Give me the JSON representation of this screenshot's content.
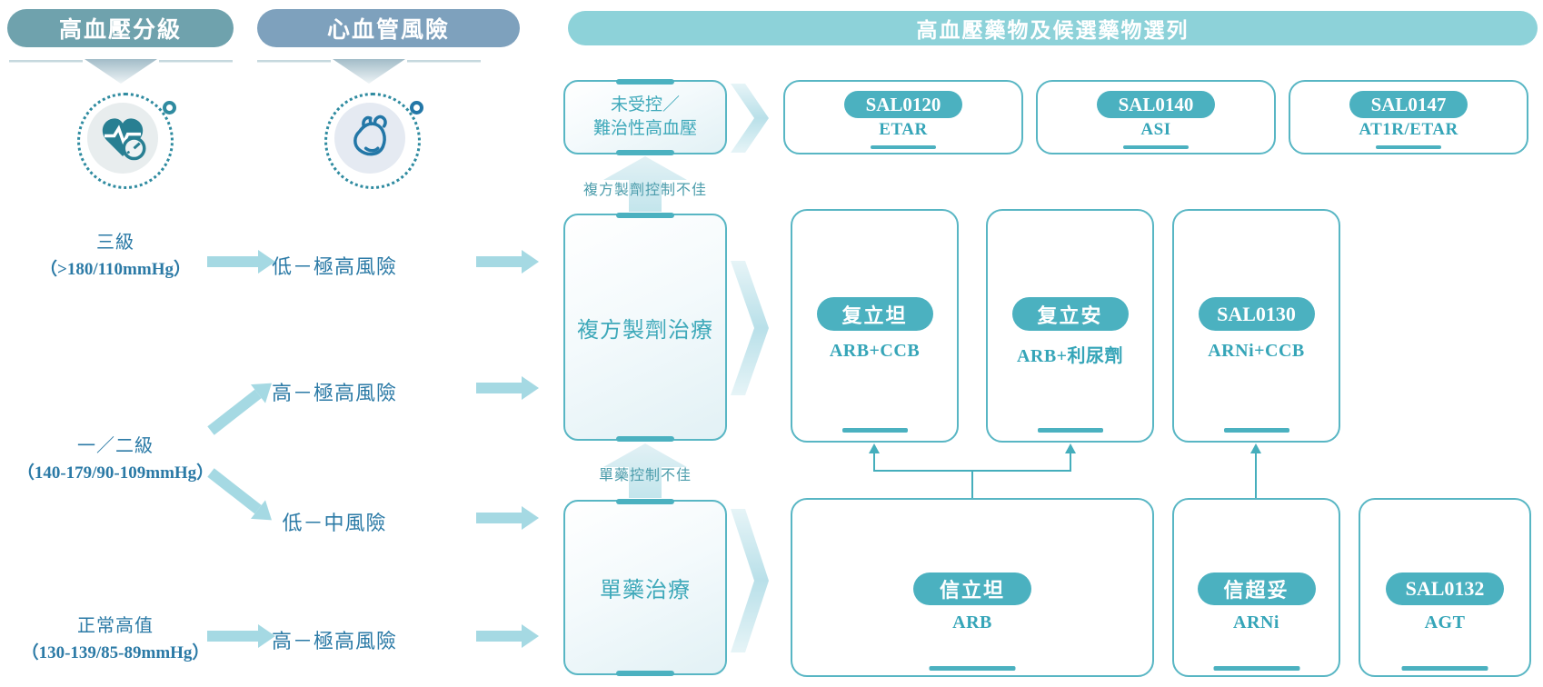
{
  "palette": {
    "teal": "#4bb1c0",
    "teal_border": "#58b6c4",
    "teal_text": "#3fa9ba",
    "teal_text2": "#35a5b8",
    "blue_text": "#2b7aa6",
    "muted_label": "#4b9cab",
    "arrow_light": "#a5d9e3",
    "connector": "#45aebc",
    "dot_border": "#2f8ba0",
    "header_grading_bg": "#6fa2ad",
    "header_risk_bg": "#7ea1bd",
    "header_drugs_bg": "#8dd2d9",
    "icon_grading_color": "#287f92",
    "icon_grading_bg": "#e8edee",
    "icon_risk_color": "#2377a7",
    "icon_risk_bg": "#e5eaf2"
  },
  "headers": {
    "grading": "高血壓分級",
    "risk": "心血管風險",
    "drugs": "高血壓藥物及候選藥物選列"
  },
  "icons": {
    "grading": "heart-rate-gauge-icon",
    "risk": "heart-organ-icon"
  },
  "grading": [
    {
      "name": "三級",
      "range": "（>180/110mmHg）"
    },
    {
      "name": "一／二級",
      "range": "（140-179/90-109mmHg）"
    },
    {
      "name": "正常高值",
      "range": "（130-139/85-89mmHg）"
    }
  ],
  "risks": [
    {
      "label": "低－極高風險"
    },
    {
      "label": "高－極高風險"
    },
    {
      "label": "低－中風險"
    },
    {
      "label": "高－極高風險"
    }
  ],
  "treatments": {
    "uncontrolled_line1": "未受控／",
    "uncontrolled_line2": "難治性高血壓",
    "combo": "複方製劑治療",
    "mono": "單藥治療",
    "combo_fail": "複方製劑控制不佳",
    "mono_fail": "單藥控制不佳"
  },
  "drugs": {
    "top": [
      {
        "code": "SAL0120",
        "target": "ETAR"
      },
      {
        "code": "SAL0140",
        "target": "ASI"
      },
      {
        "code": "SAL0147",
        "target": "AT1R/ETAR"
      }
    ],
    "mid": [
      {
        "code": "复立坦",
        "target": "ARB+CCB"
      },
      {
        "code": "复立安",
        "target": "ARB+利尿劑"
      },
      {
        "code": "SAL0130",
        "target": "ARNi+CCB"
      }
    ],
    "bottom": [
      {
        "code": "信立坦",
        "target": "ARB"
      },
      {
        "code": "信超妥",
        "target": "ARNi"
      },
      {
        "code": "SAL0132",
        "target": "AGT"
      }
    ]
  }
}
